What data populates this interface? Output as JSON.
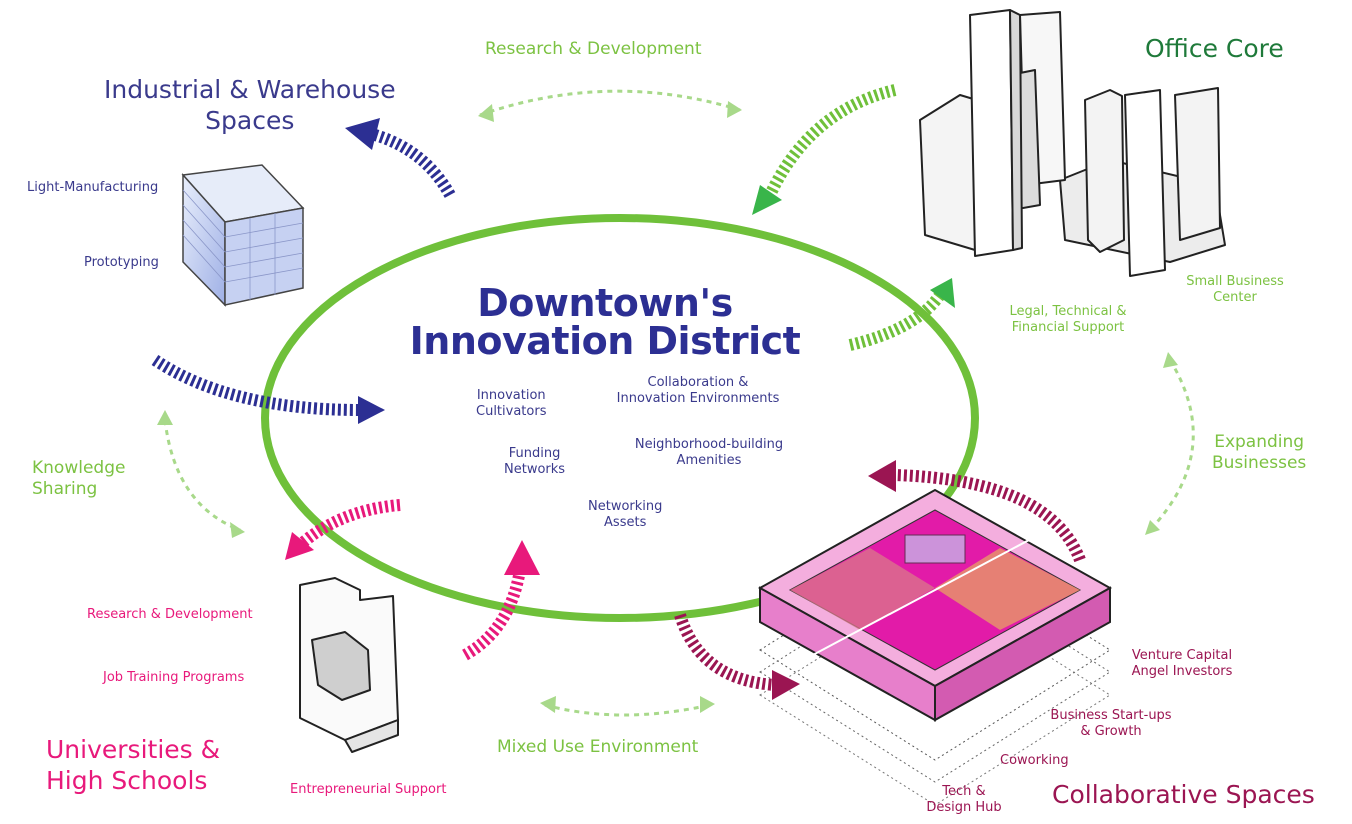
{
  "title": "Downtown's\nInnovation District",
  "nodes": {
    "industrial": {
      "heading": "Industrial & Warehouse\nSpaces",
      "items": [
        "Light-Manufacturing",
        "Prototyping"
      ]
    },
    "office": {
      "heading": "Office Core",
      "items": [
        "Small Business\nCenter",
        "Legal, Technical &\nFinancial Support"
      ]
    },
    "universities": {
      "heading": "Universities &\nHigh Schools",
      "items": [
        "Research & Development",
        "Job Training Programs",
        "Entrepreneurial Support"
      ]
    },
    "collaborative": {
      "heading": "Collaborative Spaces",
      "items": [
        "Venture Capital\nAngel Investors",
        "Business Start-ups\n& Growth",
        "Coworking",
        "Tech &\nDesign Hub"
      ]
    }
  },
  "center_items": [
    "Innovation\nCultivators",
    "Collaboration &\nInnovation Environments",
    "Funding\nNetworks",
    "Neighborhood-building\nAmenities",
    "Networking\nAssets"
  ],
  "connections": [
    "Research & Development",
    "Knowledge\nSharing",
    "Expanding\nBusinesses",
    "Mixed Use Environment"
  ],
  "colors": {
    "navy": "#2c2f93",
    "green": "#7cc242",
    "dark_green": "#1f7a3a",
    "pink": "#e8197b",
    "maroon": "#9b1552",
    "light_green": "#a8d98a"
  }
}
